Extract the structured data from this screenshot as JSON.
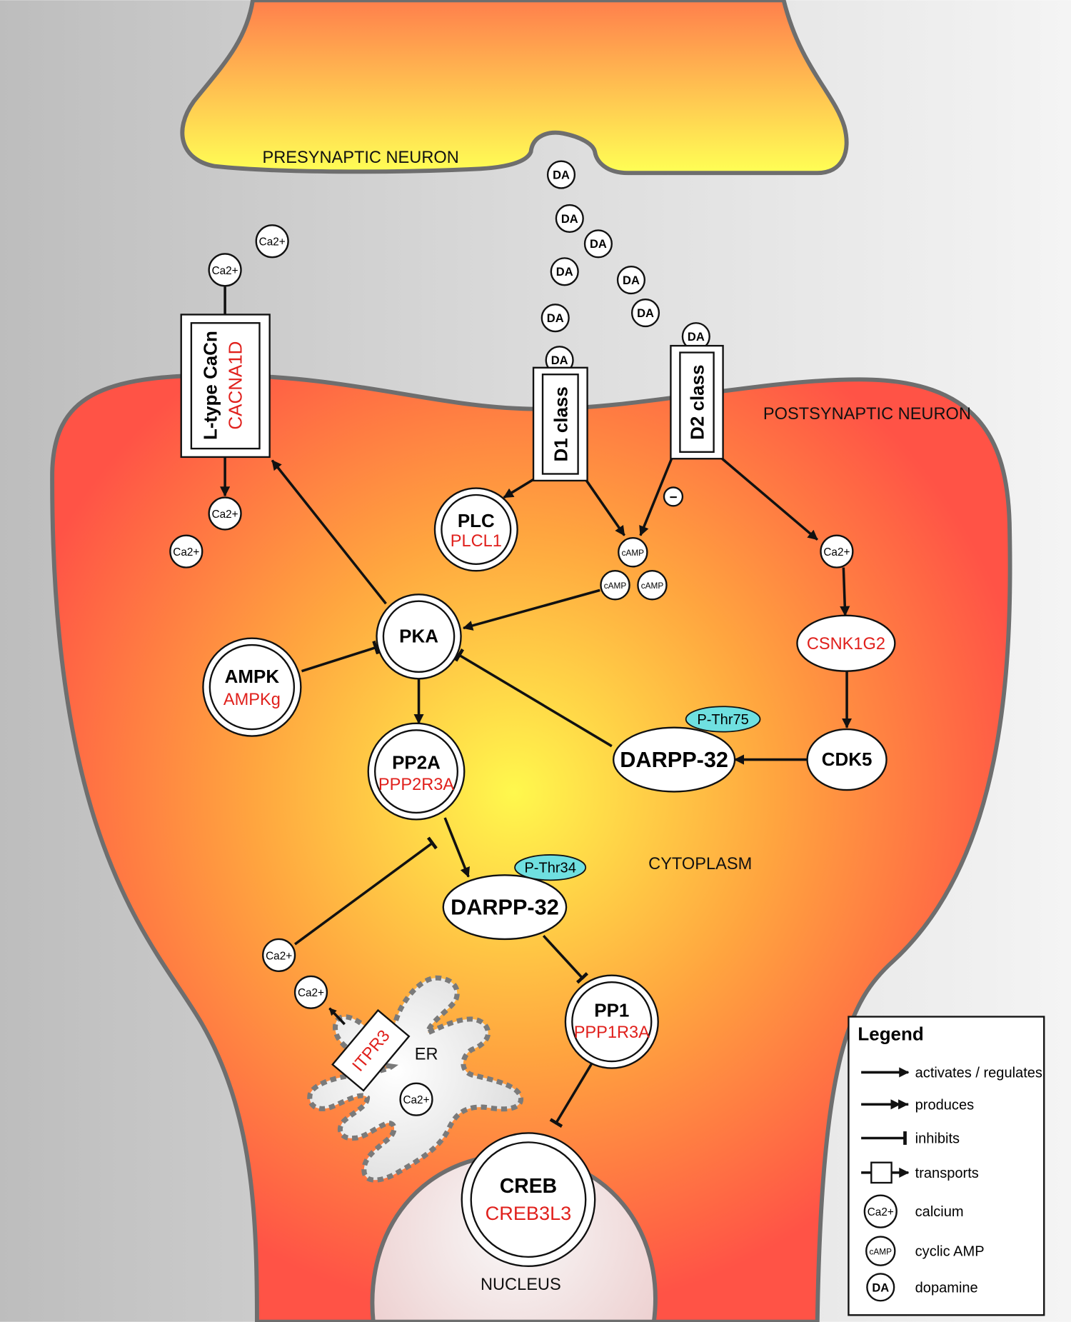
{
  "regions": {
    "presynaptic": "PRESYNAPTIC NEURON",
    "postsynaptic": "POSTSYNAPTIC NEURON",
    "cytoplasm": "CYTOPLASM",
    "nucleus": "NUCLEUS",
    "er": "ER"
  },
  "molecules": {
    "da": "DA",
    "ca": "Ca2+",
    "camp": "cAMP"
  },
  "receptors": {
    "ltype": {
      "title": "L-type CaCn",
      "gene": "CACNA1D"
    },
    "d1": {
      "title": "D1 class"
    },
    "d2": {
      "title": "D2 class"
    }
  },
  "proteins": {
    "plc": {
      "name": "PLC",
      "gene": "PLCL1"
    },
    "pka": {
      "name": "PKA"
    },
    "ampk": {
      "name": "AMPK",
      "gene": "AMPKg"
    },
    "pp2a": {
      "name": "PP2A",
      "gene": "PPP2R3A"
    },
    "darpp_top": {
      "name": "DARPP-32",
      "phospho": "P-Thr75"
    },
    "darpp_mid": {
      "name": "DARPP-32",
      "phospho": "P-Thr34"
    },
    "cdk5": {
      "name": "CDK5"
    },
    "csnk": {
      "gene": "CSNK1G2"
    },
    "pp1": {
      "name": "PP1",
      "gene": "PPP1R3A"
    },
    "creb": {
      "name": "CREB",
      "gene": "CREB3L3"
    },
    "itpr": {
      "gene": "ITPR3"
    }
  },
  "minus_sign": "−",
  "legend": {
    "title": "Legend",
    "activates": "activates / regulates",
    "produces": "produces",
    "inhibits": "inhibits",
    "transports": "transports",
    "calcium": "calcium",
    "camp": "cyclic AMP",
    "dopamine": "dopamine"
  },
  "colors": {
    "neuron_outline": "#6e6e6e",
    "highlight_red": "#e0201c",
    "phospho_fill": "#6fe0e0",
    "postsynaptic_center": "#fff34d",
    "postsynaptic_edge": "#ff5a4a",
    "presynaptic_top": "#ff8a4a",
    "presynaptic_bottom": "#ffff55"
  }
}
